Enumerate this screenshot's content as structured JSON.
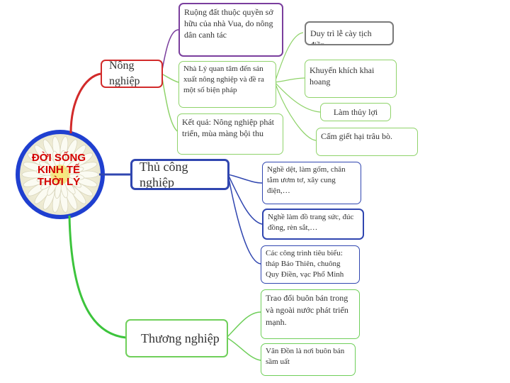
{
  "center": {
    "lines": [
      "ĐỜI SỐNG",
      "KINH TẾ",
      "THỜI LÝ"
    ]
  },
  "categories": {
    "agriculture": "Nông nghiệp",
    "handicraft": "Thủ công nghiệp",
    "commerce": "Thương nghiệp"
  },
  "agriculture": {
    "land": "Ruộng đất thuộc quyền sở hữu của nhà Vua, do nông dân canh tác",
    "measures": "Nhà Lý quan tâm đến sản xuất nông nghiệp và đề ra một số biện pháp",
    "result": "Kết quả: Nông nghiệp phát triển, mùa màng bội thu",
    "measure_items": [
      "Duy trì lễ cày tịch điền.",
      "Khuyến khích khai hoang",
      "Làm thủy lợi",
      "Cấm giết hại trâu bò."
    ]
  },
  "handicraft": {
    "items": [
      "Nghề dệt, làm gốm, chăn tằm ươm tơ, xây cung điện,…",
      "Nghề làm đồ trang sức, đúc đồng, rèn sắt,…",
      "Các công trình tiêu biểu: tháp Báo Thiên, chuông Quy Điền, vạc Phổ Minh"
    ]
  },
  "commerce": {
    "items": [
      "Trao đổi buôn bán trong và ngoài nước phát triển mạnh.",
      "Vân Đồn là nơi buôn bán sầm uất"
    ]
  },
  "colors": {
    "agriculture_branch": "#d22a2a",
    "handicraft_branch": "#3046b0",
    "commerce_branch": "#3cc43c",
    "land_branch": "#7a3e9d",
    "sub_branch": "#8fd36a",
    "center_text": "#d40000",
    "center_ring": "#1f3fd0"
  }
}
